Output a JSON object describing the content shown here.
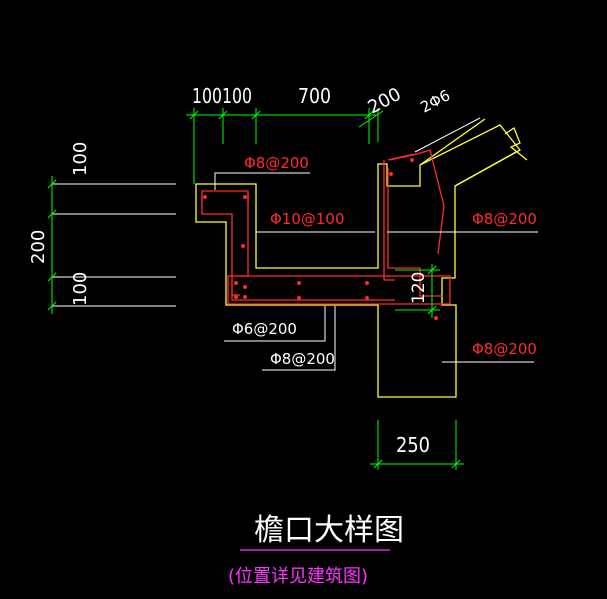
{
  "colors": {
    "background": "#000000",
    "outline": "#ffff33",
    "dimension": "#00ff00",
    "rebar": "#ff2a2a",
    "leader": "#ffffff",
    "annotation": "#ff33ff"
  },
  "dimensions": {
    "top_100_a": "100",
    "top_100_b": "100",
    "top_700": "700",
    "slope_200": "200",
    "left_100_top": "100",
    "left_200": "200",
    "left_100_bottom": "100",
    "beam_120": "120",
    "bottom_250": "250"
  },
  "rebar_labels": {
    "top_stirrup": "Φ8@200",
    "wall_bars": "Φ10@100",
    "right_upper": "Φ8@200",
    "right_lower": "Φ8@200",
    "slab_top": "2Φ6",
    "beam_dist": "Φ6@200",
    "beam_main": "Φ8@200"
  },
  "title": "檐口大样图",
  "subtitle": "(位置详见建筑图)"
}
